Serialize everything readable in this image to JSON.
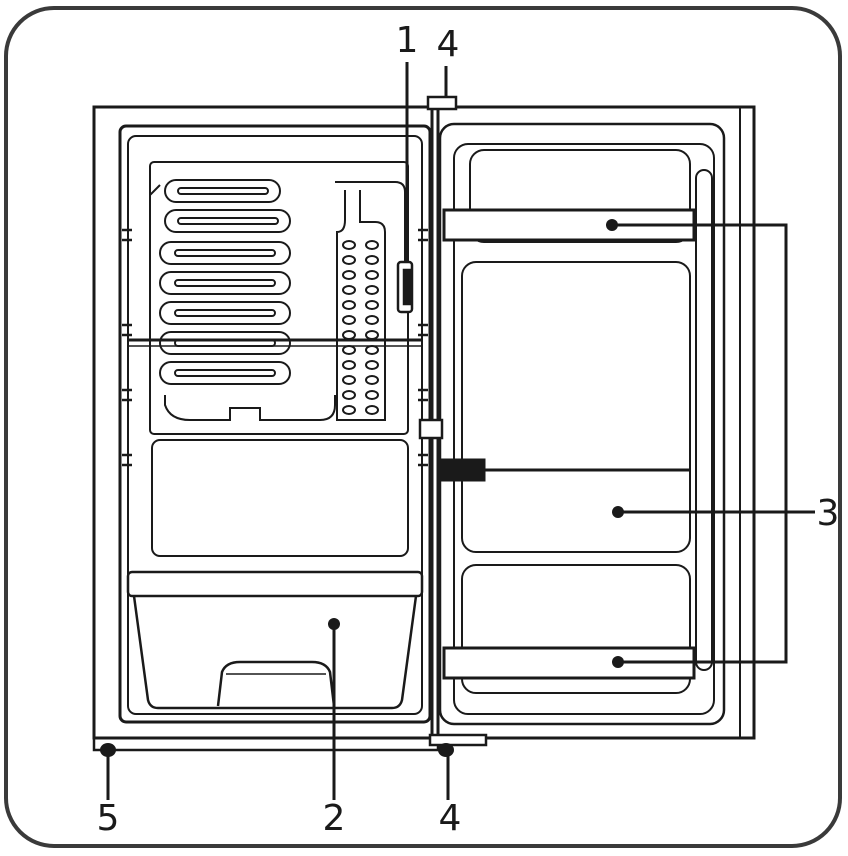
{
  "callouts": [
    {
      "id": "c1",
      "label": "1"
    },
    {
      "id": "c4top",
      "label": "4"
    },
    {
      "id": "c3",
      "label": "3"
    },
    {
      "id": "c2",
      "label": "2"
    },
    {
      "id": "c4bottom",
      "label": "4"
    },
    {
      "id": "c5",
      "label": "5"
    }
  ],
  "colors": {
    "line": "#1a1a1a",
    "frame": "#3a3a3a",
    "background": "#ffffff"
  }
}
